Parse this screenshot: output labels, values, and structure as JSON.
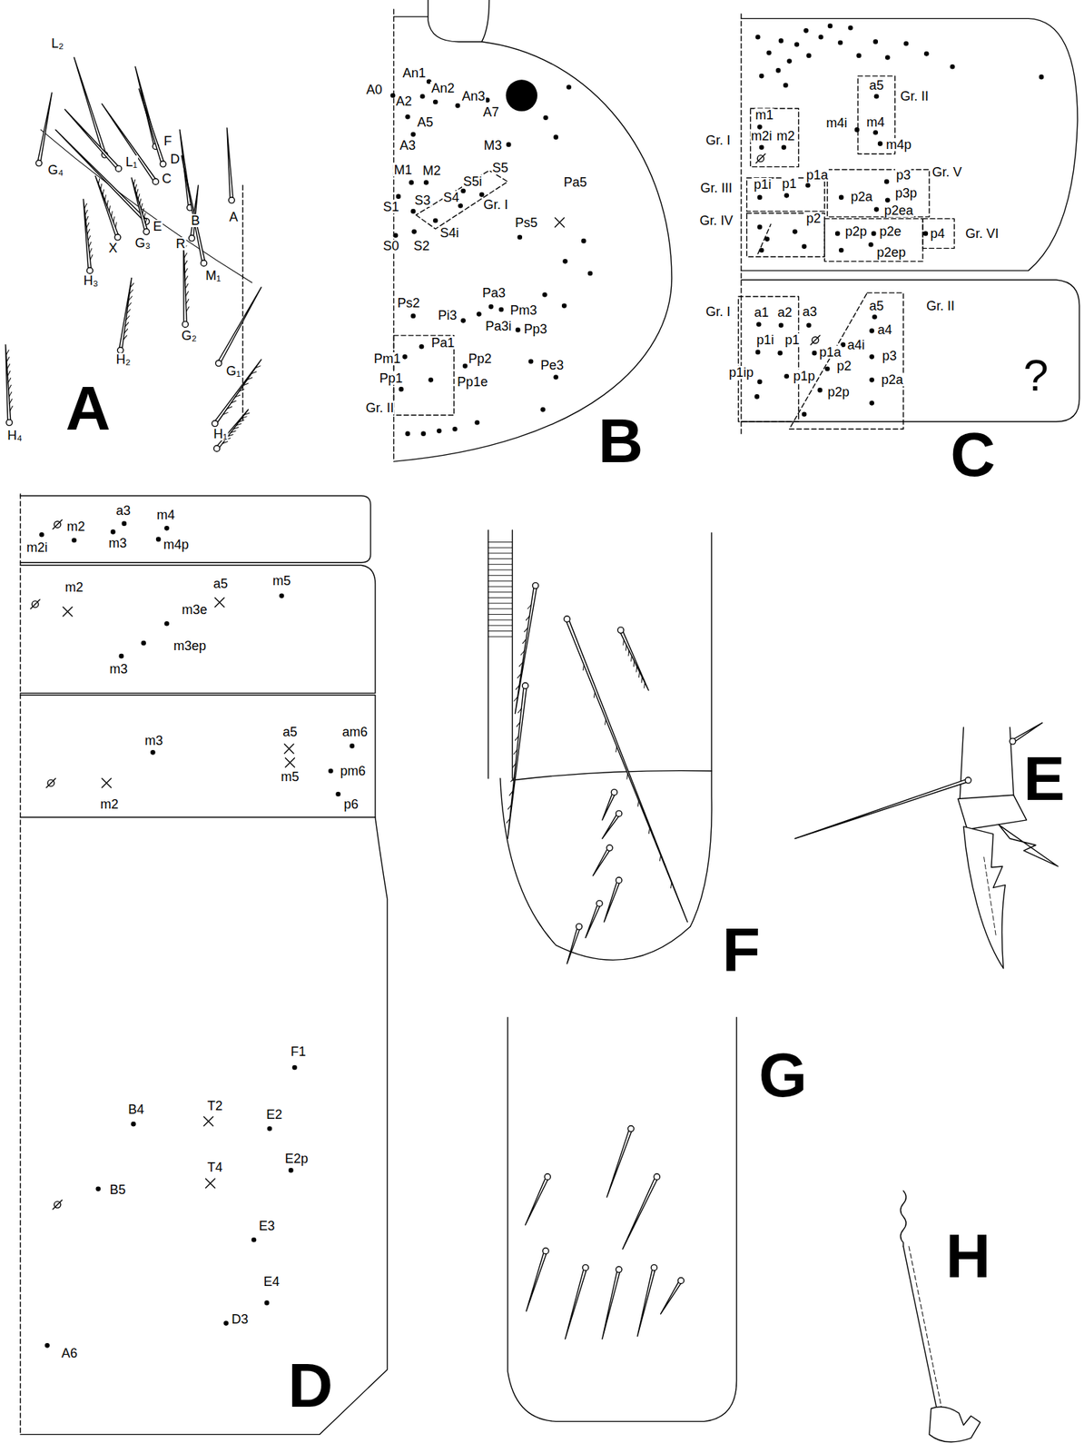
{
  "diagram": {
    "labels": [
      "H₄",
      "L₂",
      "F",
      "D",
      "G₄",
      "L₁",
      "C",
      "E",
      "B",
      "A",
      "R",
      "X",
      "G₃",
      "M₁",
      "H₃",
      "G₂",
      "H₂",
      "G₁",
      "H₁",
      "A",
      "A0",
      "An1",
      "A2",
      "An2",
      "An3",
      "A7",
      "A5",
      "A3",
      "M3",
      "M1",
      "M2",
      "S5i",
      "S5",
      "S3",
      "S4",
      "S1",
      "S4i",
      "Gr. I",
      "Pa5",
      "Ps5",
      "S0",
      "S2",
      "Ps2",
      "Pa3",
      "Pi3",
      "Pm3",
      "Pa3i",
      "Pp3",
      "Pa1",
      "Pm1",
      "Pp2",
      "Pp1",
      "Pp1e",
      "Pe3",
      "Gr. II",
      "B",
      "Gr. I",
      "m1",
      "m2i",
      "m2",
      "Gr. II",
      "a5",
      "m4i",
      "m4",
      "m4p",
      "Gr. V",
      "Gr. III",
      "p1i",
      "p1",
      "p1a",
      "p3",
      "p3p",
      "p2a",
      "p2ea",
      "Gr. IV",
      "p2",
      "p2p",
      "p2e",
      "p4",
      "Gr. VI",
      "p2ep",
      "Gr. I",
      "a1",
      "a2",
      "a3",
      "p1i",
      "p1",
      "p1a",
      "a5",
      "Gr. II",
      "a4",
      "a4i",
      "p3",
      "p1ip",
      "p1p",
      "p2",
      "p2a",
      "p2p",
      "?",
      "C",
      "m2i",
      "m2",
      "a3",
      "m3",
      "m4",
      "m4p",
      "m2",
      "a5",
      "m3e",
      "m3ep",
      "m3",
      "m5",
      "m3",
      "m2",
      "a5",
      "am6",
      "m5",
      "pm6",
      "p6",
      "F1",
      "B4",
      "T2",
      "E2",
      "E2p",
      "T4",
      "B5",
      "E3",
      "E4",
      "D3",
      "A6",
      "D",
      "E",
      "F",
      "G",
      "H"
    ]
  }
}
